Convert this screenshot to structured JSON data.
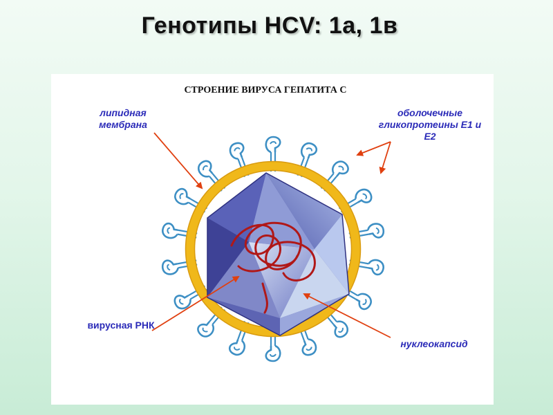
{
  "slide": {
    "title": "Генотипы HCV: 1а, 1в"
  },
  "diagram": {
    "heading": "СТРОЕНИЕ ВИРУСА ГЕПАТИТА С",
    "labels": {
      "lipid_membrane": "липидная мембрана",
      "envelope_glycoproteins": "оболочечные гликопротеины Е1 и Е2",
      "viral_rna": "вирусная РНК",
      "nucleocapsid": "нуклеокапсид"
    },
    "colors": {
      "membrane": "#f0b81a",
      "glycoprotein": "#3d8fc4",
      "capsid_dark": "#4a4fa8",
      "capsid_light": "#c9d6ef",
      "rna": "#b01818",
      "arrow": "#e04010",
      "label_text": "#2b2bb8"
    }
  }
}
